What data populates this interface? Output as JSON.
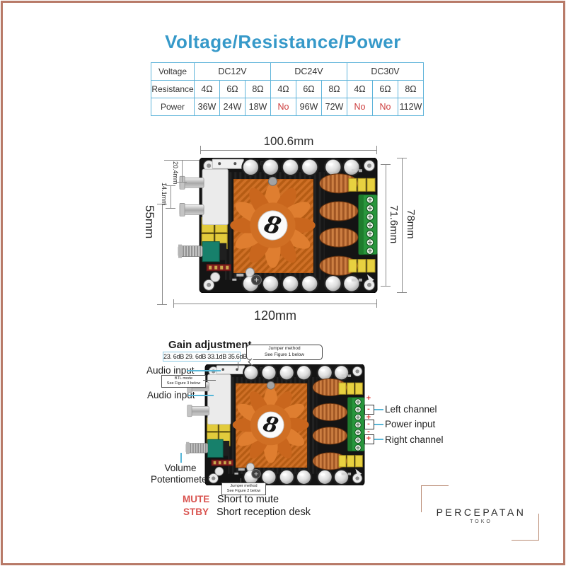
{
  "title": "Voltage/Resistance/Power",
  "table": {
    "voltage_label": "Voltage",
    "voltages": [
      "DC12V",
      "DC24V",
      "DC30V"
    ],
    "resistance_label": "Resistance",
    "resistances": [
      "4Ω",
      "6Ω",
      "8Ω",
      "4Ω",
      "6Ω",
      "8Ω",
      "4Ω",
      "6Ω",
      "8Ω"
    ],
    "power_label": "Power",
    "powers": [
      "36W",
      "24W",
      "18W",
      "No",
      "96W",
      "72W",
      "No",
      "No",
      "112W"
    ]
  },
  "dimensions": {
    "board_width": "100.6mm",
    "total_width": "120mm",
    "left_height": "55mm",
    "inner_height": "71.6mm",
    "outer_height": "78mm",
    "rca_offset_top": "20.4mm",
    "rca_offset_mid": "14.1mm"
  },
  "annotations": {
    "gain_title": "Gain adjustment",
    "gain_values": "23. 6dB 29. 6dB 33.1dB 35.6dB",
    "jumper1_line1": "Jumper method",
    "jumper1_line2": "See Figure 1 below",
    "btl_line1": "BTL mode",
    "btl_line2": "See Figure 3 below",
    "audio_input_top": "Audio input",
    "audio_input_bottom": "Audio input",
    "volume_line1": "Volume",
    "volume_line2": "Potentiometer",
    "jumper2_line1": "Jumper method",
    "jumper2_line2": "See Figure 2 below",
    "mute_label": "MUTE",
    "mute_desc": "Short to mute",
    "stby_label": "STBY",
    "stby_desc": "Short reception desk",
    "left_channel": "Left channel",
    "power_input": "Power input",
    "right_channel": "Right channel",
    "polarity": [
      "+",
      "-",
      "+",
      "-",
      "-",
      "+"
    ]
  },
  "board": {
    "chip_logo": "8"
  },
  "logo": {
    "brand": "PERCEPATAN",
    "sub": "TOKO"
  },
  "colors": {
    "accent_blue": "#3699c9",
    "table_border": "#5fb4da",
    "no_red": "#cc3b3b",
    "label_red": "#d9534f",
    "callout_line": "#58b7d8",
    "frame": "#b87a68",
    "logo_bracket": "#b98a72",
    "heatsink_orange": "#cf7026",
    "pcb_black": "#141414",
    "terminal_green": "#28963c"
  }
}
